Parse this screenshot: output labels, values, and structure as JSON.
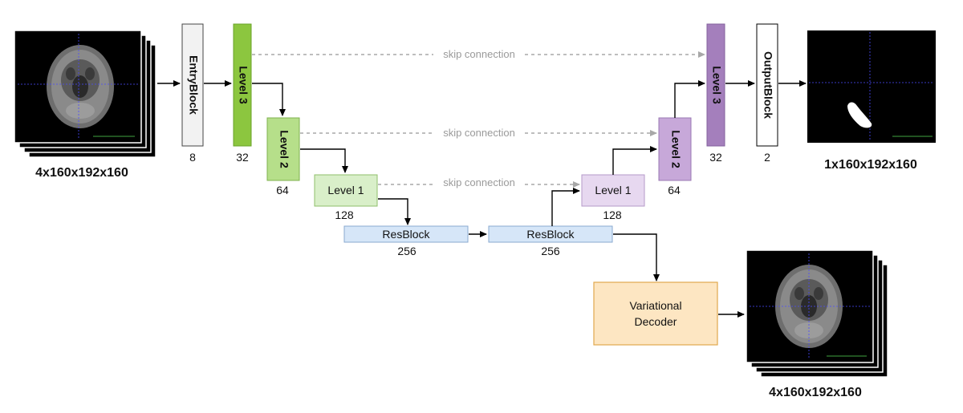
{
  "input": {
    "shape": "4x160x192x160"
  },
  "output": {
    "shape": "1x160x192x160"
  },
  "reconstruction": {
    "shape": "4x160x192x160"
  },
  "blocks": {
    "entry": {
      "label": "EntryBlock",
      "channels": "8"
    },
    "enc3": {
      "label": "Level 3",
      "channels": "32"
    },
    "enc2": {
      "label": "Level 2",
      "channels": "64"
    },
    "enc1": {
      "label": "Level 1",
      "channels": "128"
    },
    "res1": {
      "label": "ResBlock",
      "channels": "256"
    },
    "res2": {
      "label": "ResBlock",
      "channels": "256"
    },
    "dec1": {
      "label": "Level 1",
      "channels": "128"
    },
    "dec2": {
      "label": "Level 2",
      "channels": "64"
    },
    "dec3": {
      "label": "Level 3",
      "channels": "32"
    },
    "outb": {
      "label": "OutputBlock",
      "channels": "2"
    },
    "vae": {
      "line1": "Variational",
      "line2": "Decoder"
    }
  },
  "skips": [
    "skip connection",
    "skip connection",
    "skip connection"
  ],
  "colors": {
    "green_dark": "#8cc63f",
    "green_mid": "#b6df8a",
    "green_light": "#d9efc9",
    "blue": "#d6e6f8",
    "purple_dark": "#a47fbc",
    "purple_mid": "#c7a8d9",
    "purple_light": "#e7d8f0",
    "orange": "#fde6c2",
    "skip": "#a8a8a8"
  }
}
